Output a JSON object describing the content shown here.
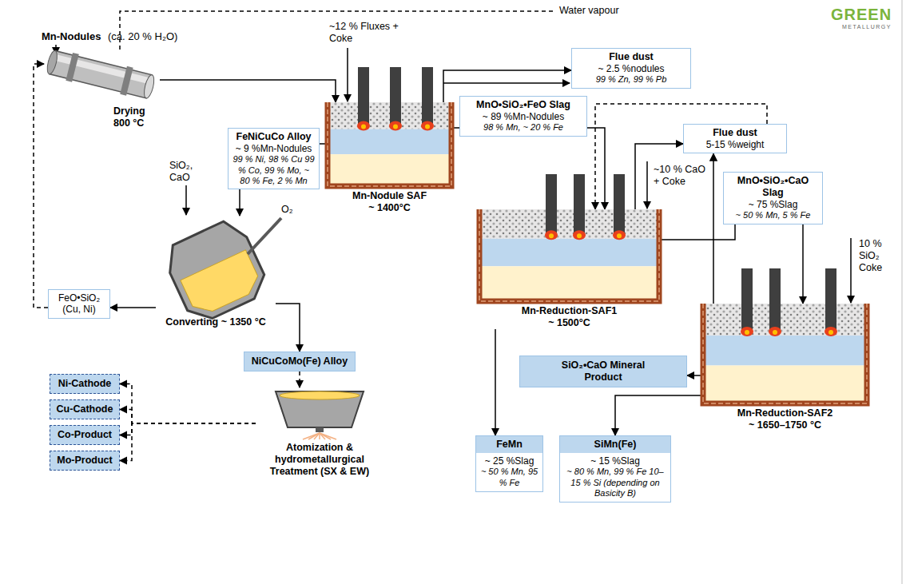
{
  "diagram": {
    "nodes": [
      {
        "text": [
          "Drying 800 °C"
        ]
      },
      {
        "text": [
          "Flue dust",
          "~ 2.5 %nodules",
          "99 % Zn, 99 % Pb"
        ]
      },
      {
        "text": [
          "Mn-Nodule SAF",
          "~ 1400°C"
        ]
      },
      {
        "text": [
          "FeNiCuCo Alloy",
          "~ 9 %Mn-Nodules",
          "99 % Ni, 98 % Cu 99 % Co, 99 % Mo, ~ 80 % Fe, 2 % Mn"
        ]
      },
      {
        "text": [
          "MnO•SiO₂•FeO Slag",
          "~ 89 %Mn-Nodules",
          "98 % Mn, ~ 20 % Fe"
        ]
      },
      {
        "text": [
          "Converting ~ 1350 °C"
        ]
      },
      {
        "text": [
          "FeO•SiO₂",
          "(Cu, Ni)"
        ]
      },
      {
        "text": [
          "NiCuCoMo(Fe) Alloy"
        ]
      },
      {
        "text": [
          "Atomization & hydrometallurgical Treatment (SX & EW)"
        ]
      },
      {
        "text": [
          "Ni-Cathode"
        ]
      },
      {
        "text": [
          "Cu-Cathode"
        ]
      },
      {
        "text": [
          "Co-Product"
        ]
      },
      {
        "text": [
          "Mo-Product"
        ]
      },
      {
        "text": [
          "Mn-Reduction-SAF1",
          "~ 1500°C"
        ]
      },
      {
        "text": [
          "Flue dust",
          "5-15 %weight"
        ]
      },
      {
        "text": [
          "MnO•SiO₂•CaO Slag",
          "~ 75 %Slag",
          "~ 50 % Mn, 5 % Fe"
        ]
      },
      {
        "text": [
          "Mn-Reduction-SAF2",
          "~ 1650–1750 °C"
        ]
      },
      {
        "text": [
          "SiO₂•CaO Mineral Product"
        ]
      },
      {
        "text": [
          "FeMn",
          "~ 25 %Slag",
          "~ 50 % Mn, 95 % Fe"
        ]
      },
      {
        "text": [
          "SiMn(Fe)",
          "~ 15 %Slag",
          "~ 80 % Mn, 99 % Fe 10–15 % Si (depending on Basicity B)"
        ]
      }
    ],
    "edges": [
      {
        "from": 0,
        "to": 2,
        "arrow": "to"
      },
      {
        "from": 2,
        "to": 1,
        "arrow": "to"
      },
      {
        "from": 2,
        "to": 3,
        "arrow": "none"
      },
      {
        "from": 3,
        "to": 5,
        "arrow": "to"
      },
      {
        "from": 2,
        "to": 4,
        "arrow": "none"
      },
      {
        "from": 4,
        "to": 13,
        "arrow": "to"
      },
      {
        "from": 5,
        "to": 6,
        "arrow": "to"
      },
      {
        "from": 6,
        "to": 0,
        "arrow": "to"
      },
      {
        "from": 5,
        "to": 7,
        "arrow": "to"
      },
      {
        "from": 7,
        "to": 8,
        "arrow": "to"
      },
      {
        "from": 8,
        "to": 9,
        "arrow": "to"
      },
      {
        "from": 8,
        "to": 10,
        "arrow": "to"
      },
      {
        "from": 8,
        "to": 11,
        "arrow": "to"
      },
      {
        "from": 8,
        "to": 12,
        "arrow": "to"
      },
      {
        "from": 13,
        "to": 14,
        "arrow": "to"
      },
      {
        "from": 16,
        "to": 14,
        "arrow": "to"
      },
      {
        "from": 14,
        "to": 13,
        "arrow": "to"
      },
      {
        "from": 13,
        "to": 15,
        "arrow": "none"
      },
      {
        "from": 15,
        "to": 16,
        "arrow": "to"
      },
      {
        "from": 13,
        "to": 18,
        "arrow": "to"
      },
      {
        "from": 16,
        "to": 17,
        "arrow": "to"
      },
      {
        "from": 16,
        "to": 19,
        "arrow": "to"
      }
    ],
    "labels": [
      "Mn-Nodules",
      "(ca. 20 % H₂O)",
      "~12 % Fluxes + Coke",
      "Water vapour",
      "GREEN",
      "METALLURGY",
      "SiO₂, CaO",
      "O₂",
      "~10 % CaO + Coke",
      "10 % SiO₂ Coke"
    ]
  }
}
